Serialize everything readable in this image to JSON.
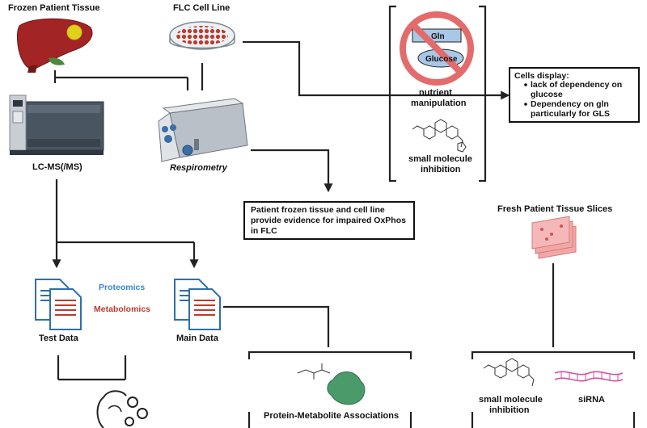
{
  "inputs": {
    "frozen_tissue": "Frozen Patient Tissue",
    "cell_line": "FLC Cell Line",
    "fresh_slices": "Fresh Patient Tissue Slices"
  },
  "instruments": {
    "lcms": "LC-MS(/MS)",
    "respirometry": "Respirometry"
  },
  "nutrient_panel": {
    "gln": "Gln",
    "glucose": "Glucose",
    "manipulation_line1": "nutrient",
    "manipulation_line2": "manipulation",
    "inhibition_line1": "small molecule",
    "inhibition_line2": "inhibition"
  },
  "cells_display": {
    "title": "Cells display:",
    "bullet1_line1": "lack of dependency on",
    "bullet1_line2": "glucose",
    "bullet2_line1": "Dependency on gln",
    "bullet2_line2": "particularly for GLS"
  },
  "evidence_box": {
    "line1": "Patient frozen tissue and cell line",
    "line2": "provide evidence for impaired OxPhos",
    "line3": "in FLC"
  },
  "omics": {
    "proteomics": "Proteomics",
    "metabolomics": "Metabolomics",
    "test_data": "Test Data",
    "main_data": "Main Data"
  },
  "associations": {
    "label": "Protein-Metabolite Associations"
  },
  "fresh_panel": {
    "inhibition_line1": "small molecule",
    "inhibition_line2": "inhibition",
    "sirna": "siRNA"
  },
  "colors": {
    "proteomics": "#3a86c8",
    "metabolomics": "#c0392b",
    "document_blue": "#2f6fa8",
    "document_red": "#c0392b",
    "prohibit_red": "#e46b6b",
    "nutrient_blue": "#a9c7e6",
    "liver": "#a32424",
    "tumor": "#e0d21c",
    "protein_green": "#4a9a6a",
    "tissue_pink": "#f2a7a7",
    "sirna_pink": "#d64ea8"
  }
}
